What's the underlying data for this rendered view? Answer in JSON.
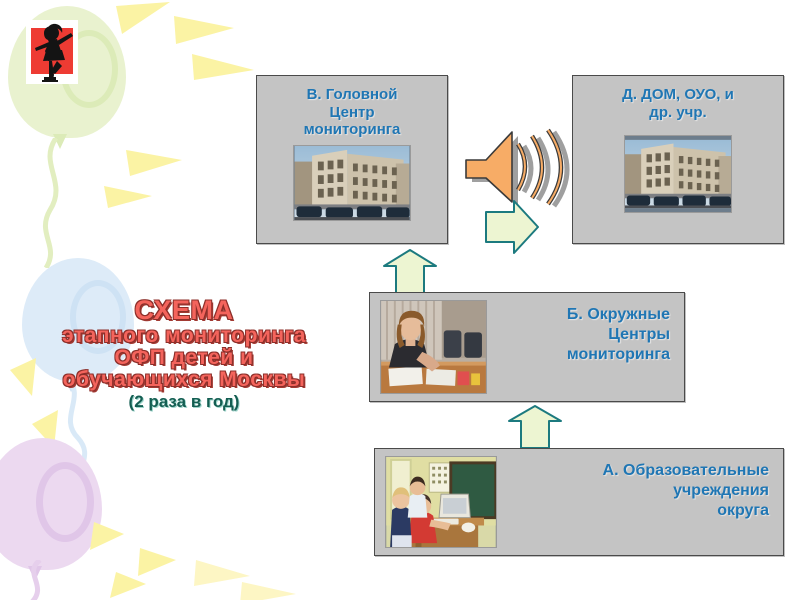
{
  "slide": {
    "title_lines": {
      "main": "СХЕМА",
      "line2": "этапного мониторинга",
      "line3": "ОФП детей и",
      "line4": "обучающихся Москвы",
      "sub": "(2 раза в год)"
    },
    "title_color": "#f4645c",
    "subtitle_color": "#145e52",
    "background_color": "#ffffff"
  },
  "emblem": {
    "name": "dancer-emblem",
    "plate_color": "#ee3b33",
    "figure_color": "#111111"
  },
  "nodes": [
    {
      "id": "v",
      "label": "В. Головной Центр мониторинга",
      "lines": [
        "В. Головной",
        "Центр",
        "мониторинга"
      ],
      "image": "building-photo",
      "layout": "stacked",
      "box_color": "#c4c4c4",
      "text_color": "#1f76b4"
    },
    {
      "id": "d",
      "label": "Д. ДОМ, ОУО, и др. учр.",
      "lines": [
        "Д. ДОМ, ОУО, и",
        "др. учр."
      ],
      "image": "building-photo",
      "layout": "stacked",
      "box_color": "#c4c4c4",
      "text_color": "#1f76b4"
    },
    {
      "id": "b",
      "label": "Б. Окружные Центры мониторинга",
      "lines": [
        "Б. Окружные",
        "Центры",
        "мониторинга"
      ],
      "image": "woman-at-desk-photo",
      "layout": "row",
      "box_color": "#c4c4c4",
      "text_color": "#1f76b4"
    },
    {
      "id": "a",
      "label": "А. Образовательные учреждения округа",
      "lines": [
        "А. Образовательные",
        "учреждения",
        "округа"
      ],
      "image": "classroom-computer-photo",
      "layout": "row",
      "box_color": "#c4c4c4",
      "text_color": "#1f76b4"
    }
  ],
  "connectors": [
    {
      "id": "arrow-a-to-b",
      "direction": "up",
      "fill": "#edf5d2",
      "stroke": "#1c7a7f"
    },
    {
      "id": "arrow-b-to-v",
      "direction": "up",
      "fill": "#edf5d2",
      "stroke": "#1c7a7f"
    },
    {
      "id": "arrow-b-to-d",
      "direction": "right",
      "fill": "#edf5d2",
      "stroke": "#1c7a7f"
    }
  ],
  "speaker": {
    "name": "loudspeaker-icon",
    "body_color": "#f5a55f",
    "wave_color": "#f5a55f",
    "shadow_color": "#8f8f8f"
  },
  "decor": {
    "balloons": [
      {
        "name": "balloon-green",
        "color": "#e4f0c2"
      },
      {
        "name": "balloon-blue",
        "color": "#dbeaf7"
      },
      {
        "name": "balloon-purple",
        "color": "#ead8ef"
      }
    ],
    "sparkle_color": "#fbf2a6"
  }
}
